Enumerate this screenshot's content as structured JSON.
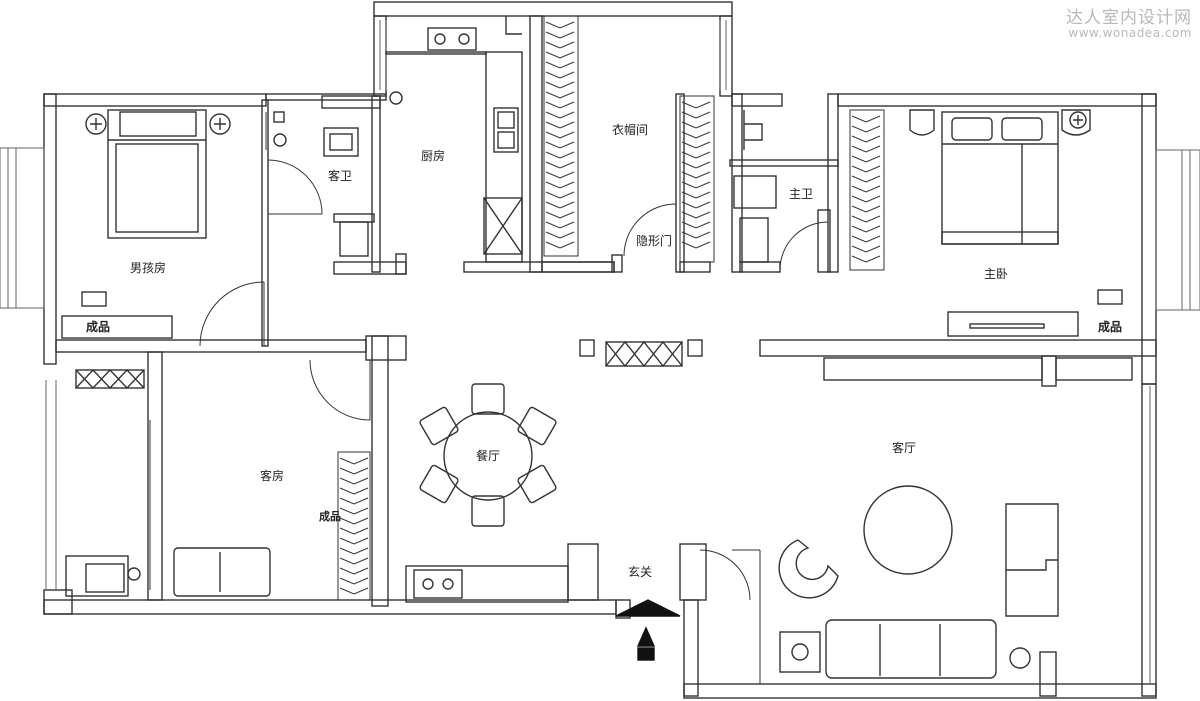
{
  "watermark": {
    "line1": "达人室内设计网",
    "line2": "www.wonadea.com"
  },
  "rooms": {
    "boys_room": "男孩房",
    "guest_bath": "客卫",
    "kitchen": "厨房",
    "walk_in_closet": "衣帽间",
    "hidden_door": "隐形门",
    "master_bath": "主卫",
    "master_bedroom": "主卧",
    "guest_room": "客房",
    "dining": "餐厅",
    "living": "客厅",
    "entrance": "玄关"
  },
  "fixtures": {
    "cabinet_boys": "成品",
    "cabinet_master": "成品",
    "cabinet_guest": "成品"
  },
  "colors": {
    "wall": "#111111",
    "line": "#333333",
    "bg": "#ffffff"
  }
}
